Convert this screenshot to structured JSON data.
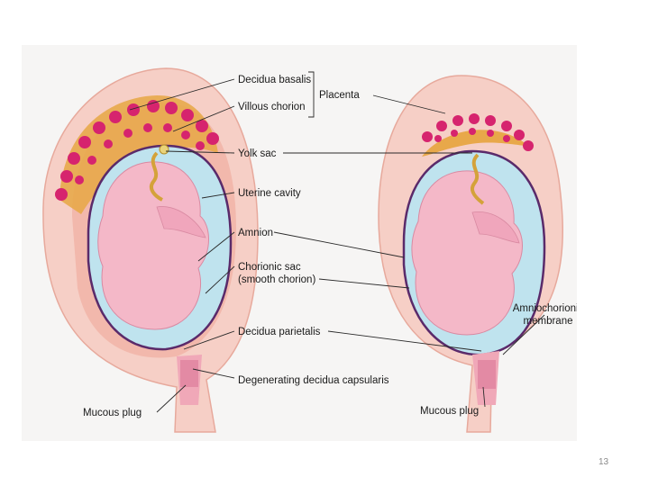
{
  "diagram": {
    "labels": {
      "decidua_basalis": "Decidua basalis",
      "villous_chorion": "Villous chorion",
      "placenta": "Placenta",
      "yolk_sac": "Yolk sac",
      "uterine_cavity": "Uterine cavity",
      "amnion": "Amnion",
      "chorionic_sac_line1": "Chorionic sac",
      "chorionic_sac_line2": "(smooth chorion)",
      "decidua_parietalis": "Decidua parietalis",
      "degenerating_decidua_capsularis": "Degenerating decidua capsularis",
      "mucous_plug_left": "Mucous plug",
      "amniochorionic_line1": "Amniochorionic",
      "amniochorionic_line2": "membrane",
      "mucous_plug_right": "Mucous plug"
    },
    "colors": {
      "uterine_wall": "#f6cfc6",
      "decidua": "#f2b8ac",
      "villi": "#d6246e",
      "placenta_band": "#e8a84a",
      "fluid": "#bfe3ee",
      "fetus": "#f4b8c8",
      "chorion_line": "#5a2a6a"
    }
  },
  "footer": {
    "page_number": "13"
  }
}
